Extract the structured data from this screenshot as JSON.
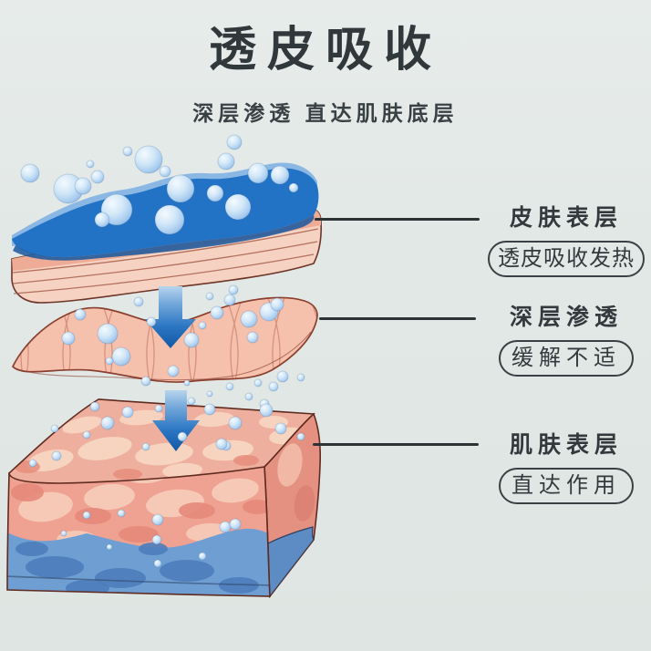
{
  "header": {
    "title": "透皮吸收",
    "subtitle": "深层渗透 直达肌肤底层"
  },
  "annotations": [
    {
      "layer_label": "皮肤表层",
      "effect_label": "透皮吸收发热"
    },
    {
      "layer_label": "深层渗透",
      "effect_label": "缓解不适"
    },
    {
      "layer_label": "肌肤表层",
      "effect_label": "直达作用"
    }
  ],
  "colors": {
    "background": "#e2e8e6",
    "heading_text": "#31383b",
    "annotation_text": "#333a3d",
    "connector_line": "#2d3335",
    "surface_sheet_blue": "#2273c6",
    "bubble_blue": "#bcd9f2",
    "skin_pink": "#f5c0ac",
    "tissue_salmon": "#efa292",
    "deep_tissue_blue": "#6f9ed2",
    "arrow_blue": "#1c65b2",
    "outline_brown": "#6e3528"
  }
}
